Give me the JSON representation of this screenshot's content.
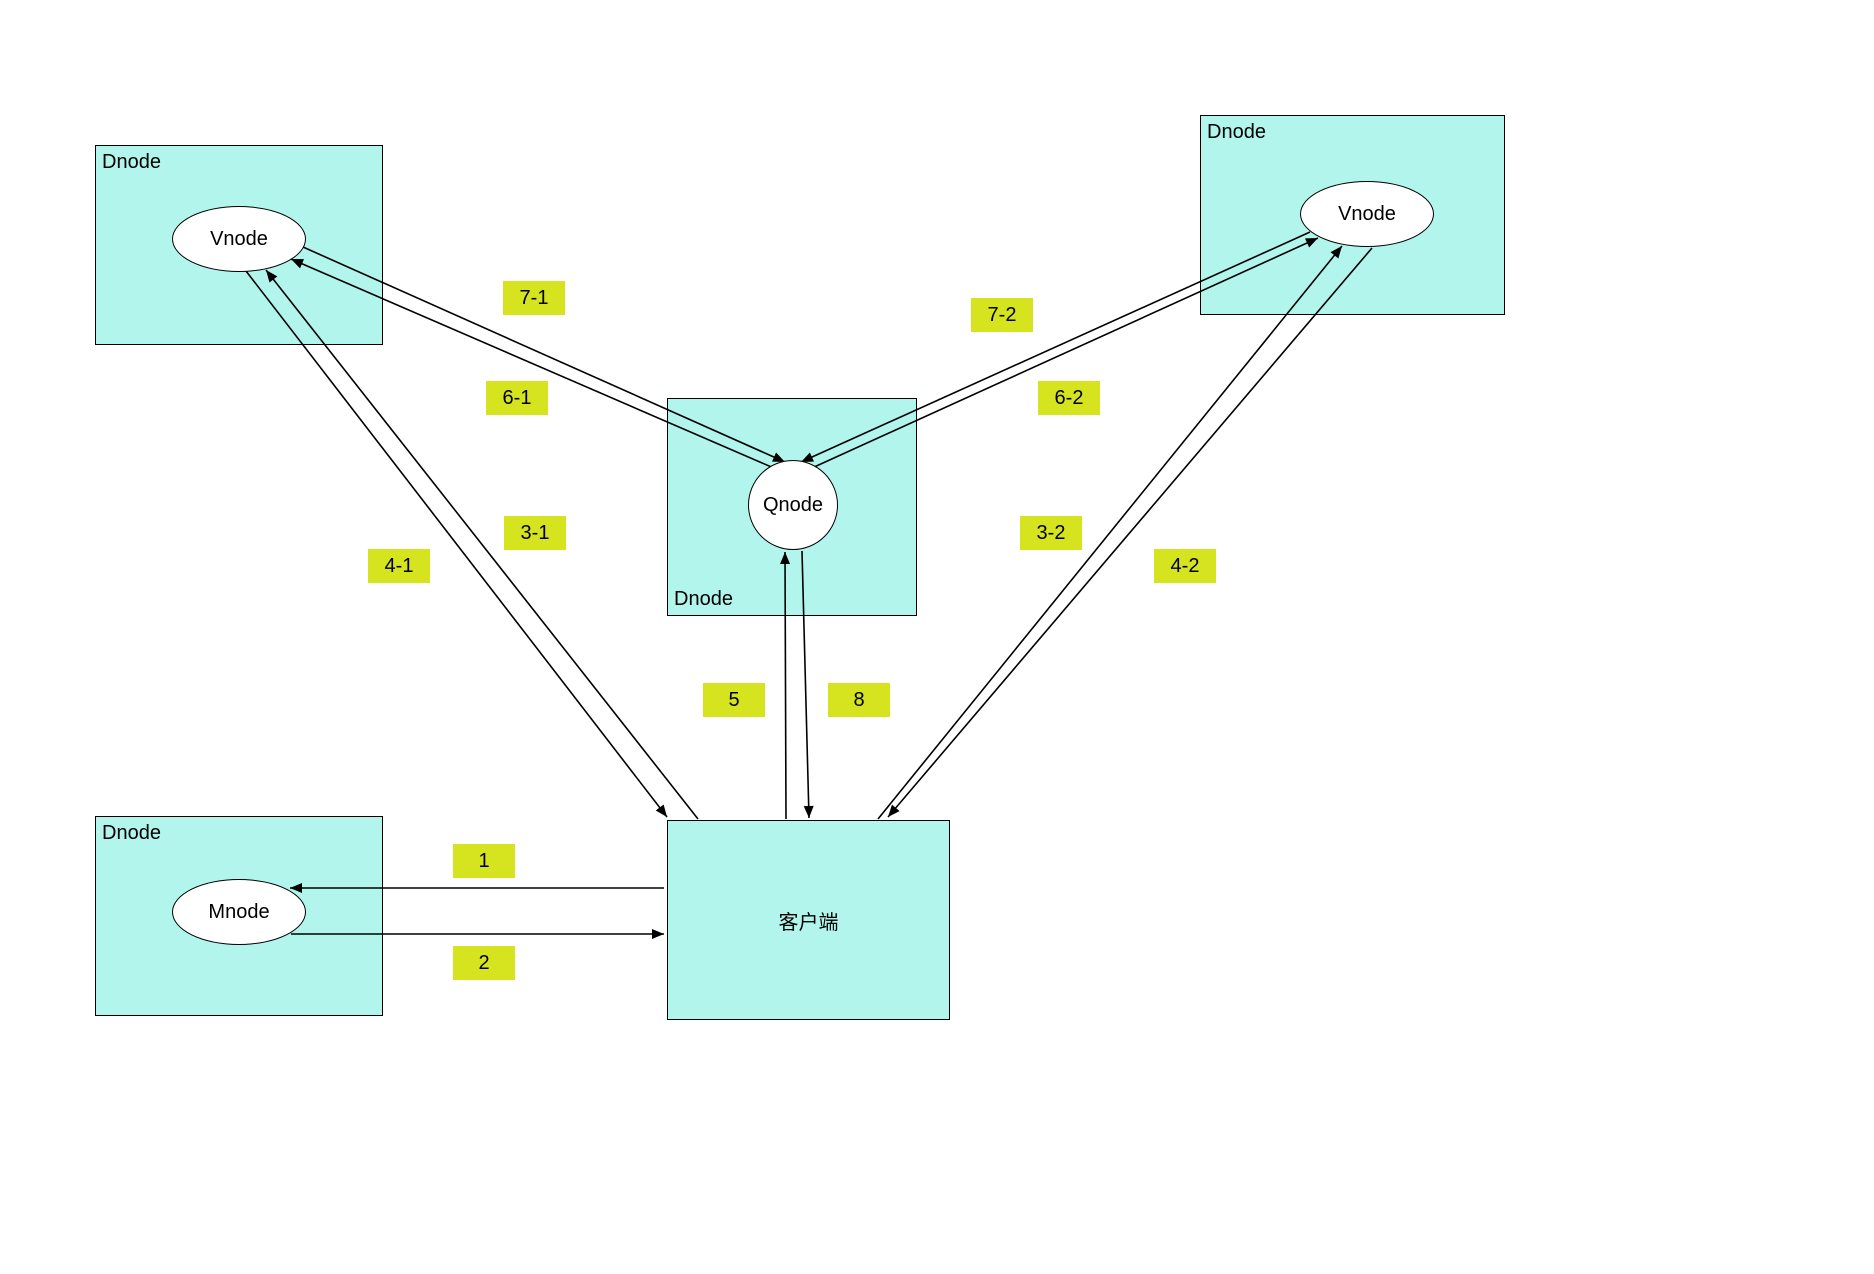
{
  "colors": {
    "box_fill": "#b2f5ec",
    "box_border": "#000000",
    "node_fill": "#ffffff",
    "label_fill": "#d6e41f",
    "line_color": "#000000"
  },
  "nodes": {
    "dnode_top_left": {
      "title": "Dnode",
      "child": "Vnode"
    },
    "dnode_top_right": {
      "title": "Dnode",
      "child": "Vnode"
    },
    "dnode_middle": {
      "title": "Dnode",
      "child": "Qnode"
    },
    "dnode_bottom_left": {
      "title": "Dnode",
      "child": "Mnode"
    },
    "client": {
      "title": "客户端"
    }
  },
  "edge_labels": {
    "l1": "1",
    "l2": "2",
    "l3_1": "3-1",
    "l4_1": "4-1",
    "l3_2": "3-2",
    "l4_2": "4-2",
    "l5": "5",
    "l8": "8",
    "l6_1": "6-1",
    "l7_1": "7-1",
    "l6_2": "6-2",
    "l7_2": "7-2"
  }
}
